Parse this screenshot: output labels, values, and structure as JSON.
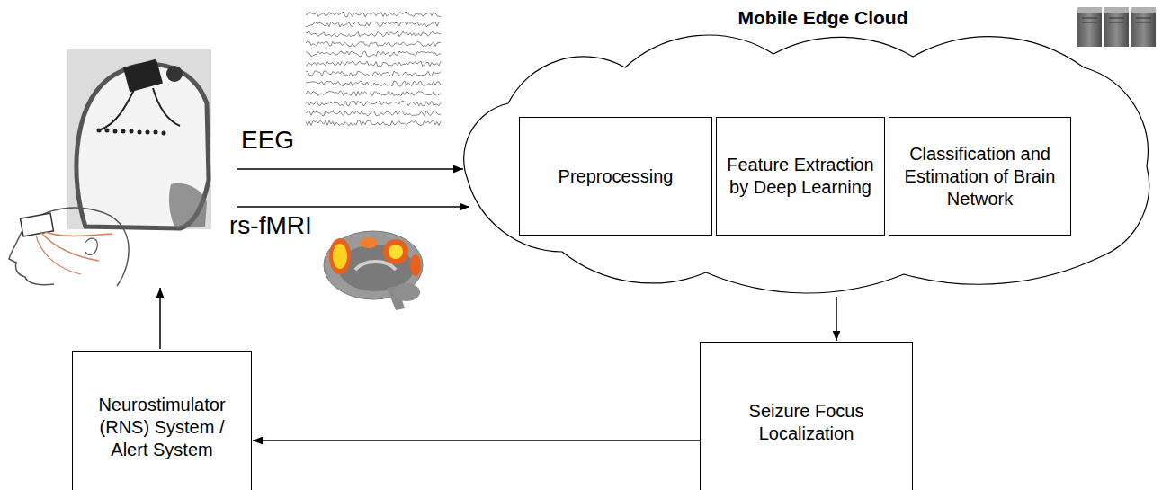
{
  "diagram": {
    "nodes": [
      {
        "text": [
          "Mobile Edge Cloud"
        ]
      },
      {
        "text": [
          "Preprocessing"
        ],
        "in": 0
      },
      {
        "text": [
          "Feature Extraction by Deep Learning"
        ],
        "in": 0
      },
      {
        "text": [
          "Classification and Estimation of Brain Network"
        ],
        "in": 0
      },
      {
        "text": [
          "Seizure Focus Localization"
        ]
      },
      {
        "text": [
          "Neurostimulator (RNS) System / Alert System"
        ]
      }
    ],
    "edges": [
      {
        "from": 0,
        "to": 4,
        "arrow": "to"
      },
      {
        "from": 4,
        "to": 5,
        "arrow": "to"
      }
    ],
    "labels": [
      "EEG",
      "rs-fMRI"
    ]
  }
}
